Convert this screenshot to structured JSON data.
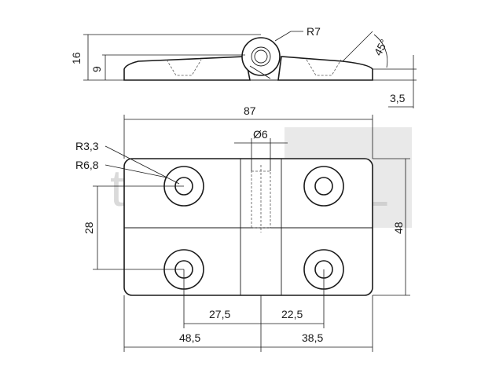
{
  "watermark": {
    "prefix": "tech",
    "suffix": "XXL"
  },
  "side_view": {
    "radius_label": "R7",
    "height_total": "16",
    "height_body": "9",
    "angle": "45°",
    "thickness": "3,5"
  },
  "top_view": {
    "width_total": "87",
    "pin_diameter": "Ø6",
    "hole_radius": "R3,3",
    "counterbore_radius": "R6,8",
    "hole_spacing_vertical": "28",
    "height_total": "48",
    "left_inner": "27,5",
    "right_inner": "22,5",
    "left_outer": "48,5",
    "right_outer": "38,5"
  }
}
